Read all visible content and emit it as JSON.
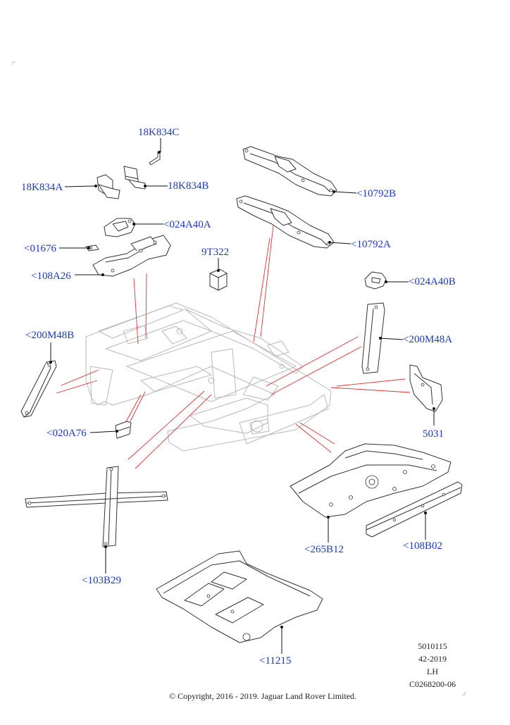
{
  "colors": {
    "callout": "#1a37c9",
    "leader_line": "#111111",
    "pointer_line": "#e23030",
    "frame_line": "#b9b9b9"
  },
  "callouts": [
    {
      "id": "18K834C",
      "label": "18K834C"
    },
    {
      "id": "18K834A",
      "label": "18K834A"
    },
    {
      "id": "18K834B",
      "label": "18K834B"
    },
    {
      "id": "10792B",
      "label": "<10792B"
    },
    {
      "id": "024A40A",
      "label": "<024A40A"
    },
    {
      "id": "01676",
      "label": "<01676"
    },
    {
      "id": "10792A",
      "label": "<10792A"
    },
    {
      "id": "9T322",
      "label": "9T322"
    },
    {
      "id": "108A26",
      "label": "<108A26"
    },
    {
      "id": "024A40B",
      "label": "<024A40B"
    },
    {
      "id": "200M48B",
      "label": "<200M48B"
    },
    {
      "id": "200M48A",
      "label": "<200M48A"
    },
    {
      "id": "020A76",
      "label": "<020A76"
    },
    {
      "id": "5031",
      "label": "5031"
    },
    {
      "id": "265B12",
      "label": "<265B12"
    },
    {
      "id": "108B02",
      "label": "<108B02"
    },
    {
      "id": "103B29",
      "label": "<103B29"
    },
    {
      "id": "11215",
      "label": "<11215"
    }
  ],
  "reference": {
    "line1": "5010115",
    "line2": "42-2019",
    "line3": "LH",
    "line4": "C0268200-06"
  },
  "copyright": "© Copyright, 2016 - 2019. Jaguar Land Rover Limited."
}
